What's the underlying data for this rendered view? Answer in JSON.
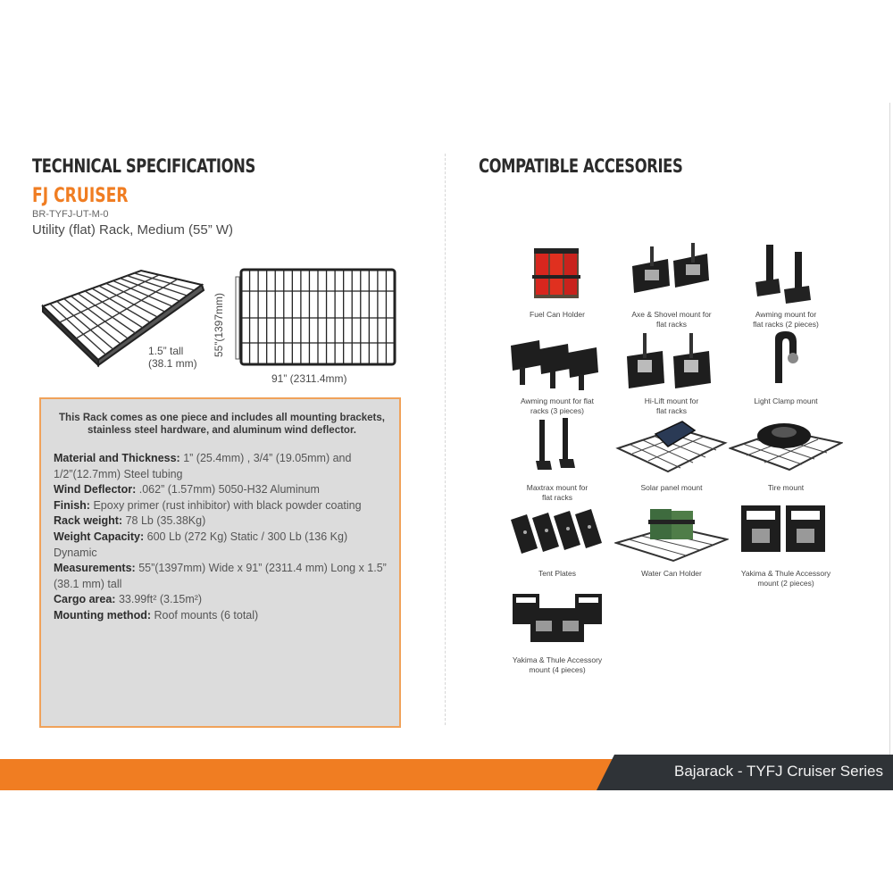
{
  "left": {
    "heading": "TECHNICAL SPECIFICATIONS",
    "model": "FJ CRUISER",
    "sku": "BR-TYFJ-UT-M-0",
    "rack_name": "Utility (flat) Rack, Medium (55” W)",
    "dims": {
      "tall_line1": "1.5” tall",
      "tall_line2": "(38.1 mm)",
      "width": "91” (2311.4mm)",
      "height": "55”(1397mm)"
    },
    "spec_box": {
      "intro_line1": "This Rack comes as one piece and  includes all mounting brackets,",
      "intro_line2": "stainless steel hardware, and aluminum wind deflector.",
      "items": [
        {
          "key": "Material and Thickness:",
          "value": "1” (25.4mm) , 3/4” (19.05mm) and 1/2”(12.7mm)  Steel tubing"
        },
        {
          "key": "Wind Deflector:",
          "value": ".062” (1.57mm) 5050-H32 Aluminum"
        },
        {
          "key": "Finish:",
          "value": "Epoxy primer (rust inhibitor) with black powder coating"
        },
        {
          "key": "Rack weight:",
          "value": "78 Lb (35.38Kg)"
        },
        {
          "key": "Weight Capacity:",
          "value": "600 Lb (272 Kg) Static / 300 Lb (136 Kg) Dynamic"
        },
        {
          "key": "Measurements:",
          "value": "55”(1397mm) Wide x 91” (2311.4 mm) Long x 1.5” (38.1 mm) tall"
        },
        {
          "key": "Cargo area:",
          "value": "33.99ft² (3.15m²)"
        },
        {
          "key": "Mounting method:",
          "value": "Roof mounts (6 total)"
        }
      ]
    }
  },
  "right": {
    "heading": "COMPATIBLE ACCESORIES",
    "accessories": [
      {
        "line1": "Fuel Can Holder",
        "line2": ""
      },
      {
        "line1": "Axe & Shovel mount for",
        "line2": "flat racks"
      },
      {
        "line1": "Awming mount for",
        "line2": "flat racks (2 pieces)"
      },
      {
        "line1": "Awming mount for flat",
        "line2": "racks (3 pieces)"
      },
      {
        "line1": "Hi-Lift mount for",
        "line2": "flat racks"
      },
      {
        "line1": "Light Clamp mount",
        "line2": ""
      },
      {
        "line1": "Maxtrax mount for",
        "line2": "flat racks"
      },
      {
        "line1": "Solar panel mount",
        "line2": ""
      },
      {
        "line1": "Tire mount",
        "line2": ""
      },
      {
        "line1": "Tent Plates",
        "line2": ""
      },
      {
        "line1": "Water Can Holder",
        "line2": ""
      },
      {
        "line1": "Yakima & Thule Accessory",
        "line2": "mount (2 pieces)"
      },
      {
        "line1": "Yakima & Thule Accessory",
        "line2": "mount (4 pieces)"
      }
    ]
  },
  "footer": {
    "text": "Bajarack - TYFJ Cruiser Series",
    "accent_color": "#f07d22",
    "dark_color": "#2f3337"
  }
}
